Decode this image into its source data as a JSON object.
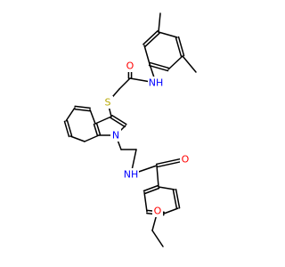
{
  "molecule": {
    "atoms": {
      "o_amide1": {
        "symbol": "O",
        "color": "#ff0000"
      },
      "n_amide1": {
        "symbol": "NH",
        "color": "#0000ff"
      },
      "s_thioether": {
        "symbol": "S",
        "color": "#b8a800"
      },
      "n_indole": {
        "symbol": "N",
        "color": "#0000ff"
      },
      "n_amide2": {
        "symbol": "NH",
        "color": "#0000ff"
      },
      "o_amide2": {
        "symbol": "O",
        "color": "#ff0000"
      },
      "o_ether": {
        "symbol": "O",
        "color": "#ff0000"
      }
    },
    "bond_color": "#000000"
  }
}
